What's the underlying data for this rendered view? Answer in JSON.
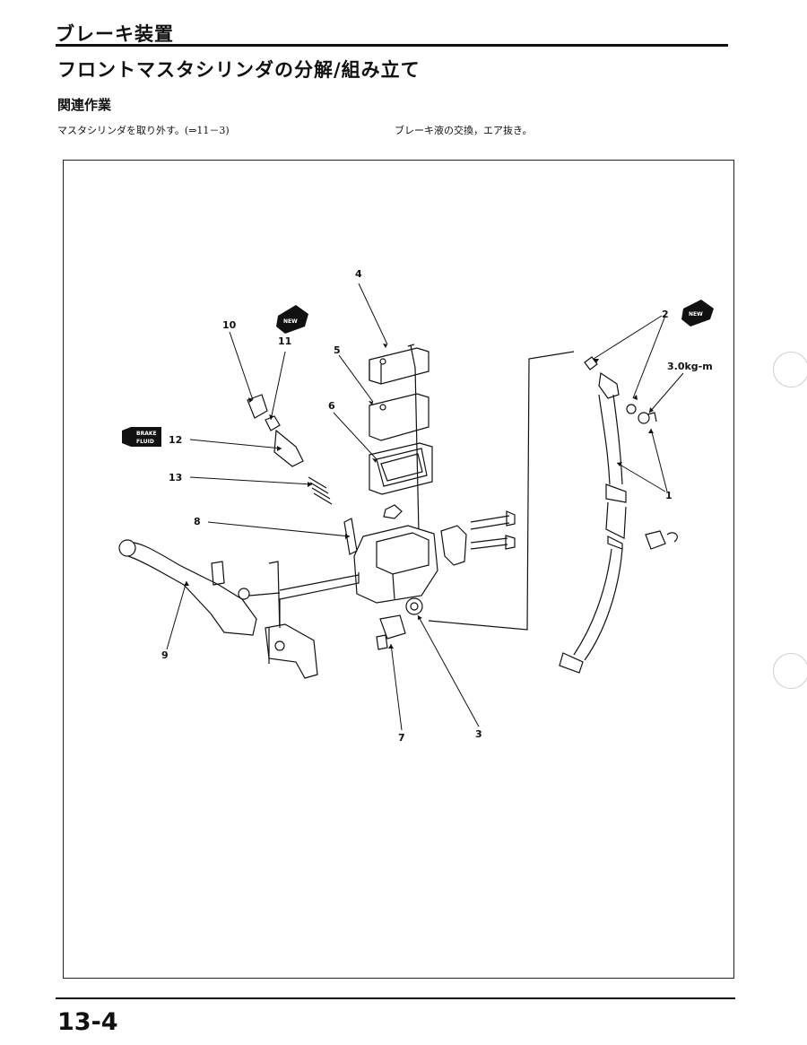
{
  "header": {
    "section_title": "ブレーキ装置",
    "page_title": "フロントマスタシリンダの分解/組み立て"
  },
  "related_work": {
    "heading": "関連作業",
    "items": [
      "マスタシリンダを取り外す。(⇒11－3)",
      "ブレーキ液の交換，エア抜き。"
    ]
  },
  "diagram": {
    "callouts": [
      {
        "number": "1"
      },
      {
        "number": "2"
      },
      {
        "number": "3"
      },
      {
        "number": "4"
      },
      {
        "number": "5"
      },
      {
        "number": "6"
      },
      {
        "number": "7"
      },
      {
        "number": "8"
      },
      {
        "number": "9"
      },
      {
        "number": "10"
      },
      {
        "number": "11"
      },
      {
        "number": "12"
      },
      {
        "number": "13"
      }
    ],
    "torque_spec": "3.0kg-m",
    "new_badge": "NEW",
    "brake_fluid_badge": [
      "BRAKE",
      "FLUID"
    ],
    "icons": [
      "new-part-icon",
      "brake-fluid-icon"
    ]
  },
  "footer": {
    "page_number": "13-4"
  }
}
